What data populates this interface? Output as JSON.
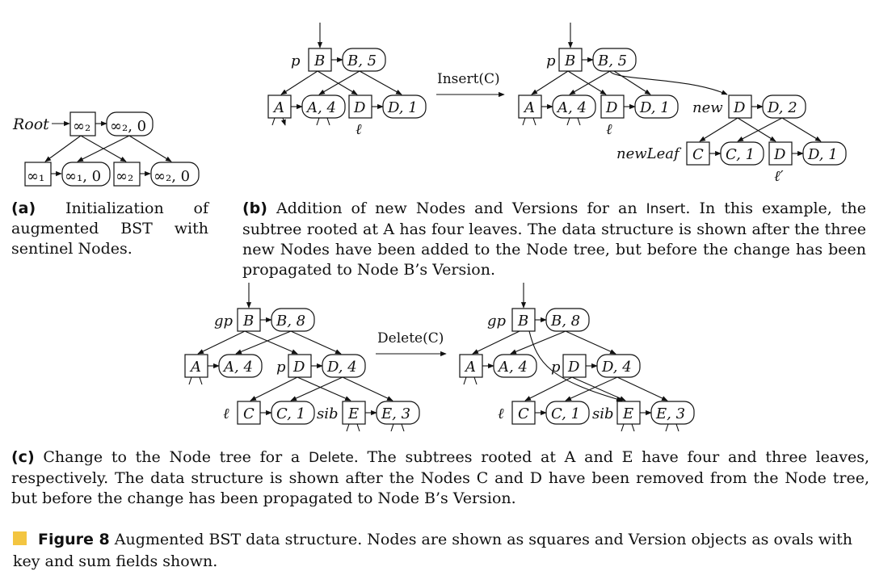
{
  "panel_a": {
    "root_label": "Root",
    "root_node": "∞₂",
    "root_version": "∞₂, 0",
    "leaf1_node": "∞₁",
    "leaf1_version": "∞₁, 0",
    "leaf2_node": "∞₂",
    "leaf2_version": "∞₂, 0"
  },
  "panel_b": {
    "op_label": "Insert(C)",
    "p_label": "p",
    "ell": "ℓ",
    "new_label": "new",
    "newleaf_label": "newLeaf",
    "ell_prime": "ℓ′",
    "nodes": {
      "B": "B",
      "A": "A",
      "D": "D",
      "C": "C"
    },
    "versions": {
      "B5": "B, 5",
      "A4": "A, 4",
      "D1": "D, 1",
      "D2": "D, 2",
      "C1": "C, 1"
    }
  },
  "panel_c": {
    "op_label": "Delete(C)",
    "gp_label": "gp",
    "p_label": "p",
    "ell": "ℓ",
    "sib_label": "sib",
    "nodes": {
      "B": "B",
      "A": "A",
      "D": "D",
      "C": "C",
      "E": "E"
    },
    "versions": {
      "B8": "B, 8",
      "A4": "A, 4",
      "D4": "D, 4",
      "C1": "C, 1",
      "E3": "E, 3"
    }
  },
  "captions": {
    "a_tag": "(a)",
    "a_text": "Initialization of augmented BST with sentinel Nodes.",
    "b_tag": "(b)",
    "b_text_1": "Addition of new Nodes and Versions for an ",
    "b_op": "Insert",
    "b_text_2": ". In this example, the subtree rooted at A has four leaves. The data structure is shown after the three new Nodes have been added to the Node tree, but before the change has been propagated to Node B’s Version.",
    "c_tag": "(c)",
    "c_text_1": "Change to the Node tree for a ",
    "c_op": "Delete",
    "c_text_2": ". The subtrees rooted at A and E have four and three leaves, respectively. The data structure is shown after the Nodes C and D have been removed from the Node tree, but before the change has been propagated to Node B’s Version."
  },
  "figure": {
    "label": "Figure 8",
    "caption": "Augmented BST data structure. Nodes are shown as squares and Version objects as ovals with key and sum fields shown.",
    "accent_color": "#f3c541"
  }
}
